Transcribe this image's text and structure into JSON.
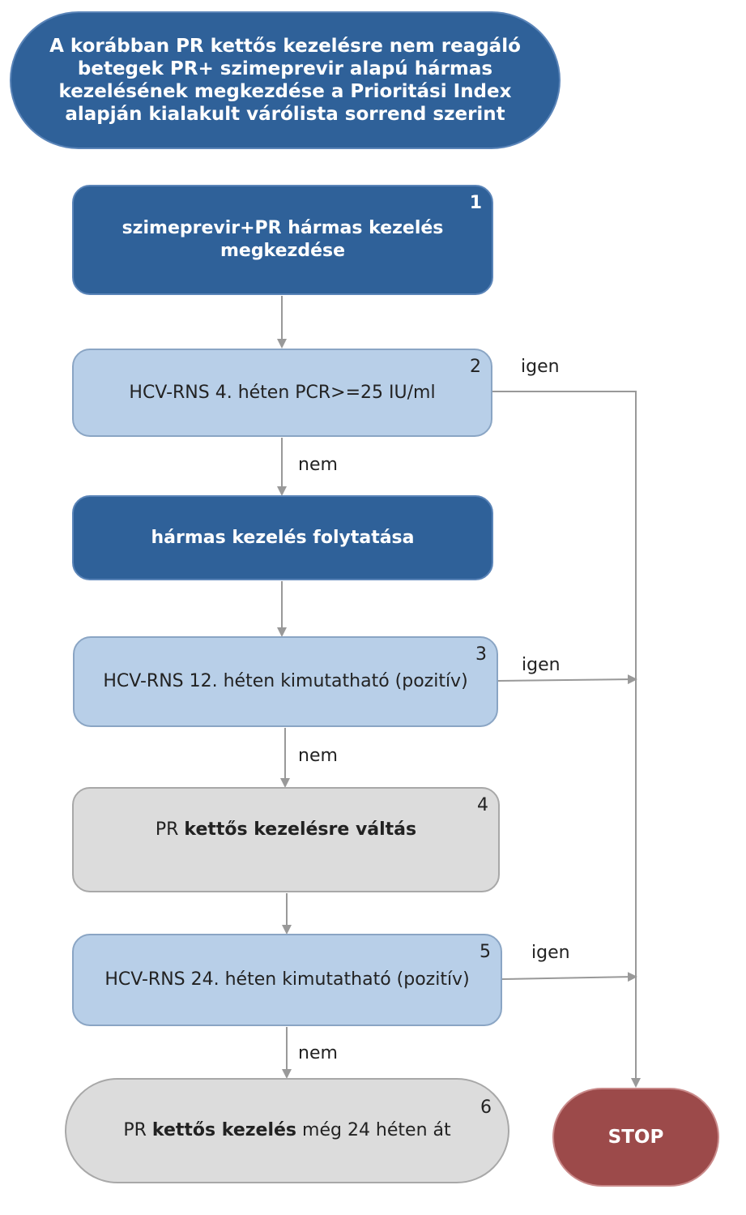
{
  "title_node": {
    "text": "A korábban PR kettős kezelésre nem reagáló betegek PR+ szimeprevir alapú hármas kezelésének megkezdése a Prioritási Index alapján kialakult várólista sorrend szerint"
  },
  "steps": [
    {
      "num": "1",
      "text": "szimeprevir+PR hármas kezelés megkezdése"
    },
    {
      "num": "2",
      "text": "HCV-RNS 4. héten PCR>=25 IU/ml"
    },
    {
      "num": "",
      "text": "hármas kezelés folytatása"
    },
    {
      "num": "3",
      "text": "HCV-RNS 12. héten kimutatható (pozitív)"
    },
    {
      "num": "4",
      "text_plain": "PR ",
      "text_bold": "kettős kezelésre váltás"
    },
    {
      "num": "5",
      "text": "HCV-RNS 24. héten kimutatható (pozitív)"
    },
    {
      "num": "6",
      "text_plain": "PR ",
      "text_bold": "kettős kezelés",
      "text_tail": " még 24 héten át"
    }
  ],
  "stop_node": {
    "text": "STOP"
  },
  "edge_labels": {
    "yes_2": "igen",
    "no_2": "nem",
    "yes_3": "igen",
    "no_3": "nem",
    "yes_5": "igen",
    "no_5": "nem"
  },
  "colors": {
    "dark_box": "#2f6199",
    "light_box": "#b8cfe8",
    "gray_box": "#dcdcdc",
    "stop_box": "#9c4a4a",
    "connector": "#999999"
  }
}
